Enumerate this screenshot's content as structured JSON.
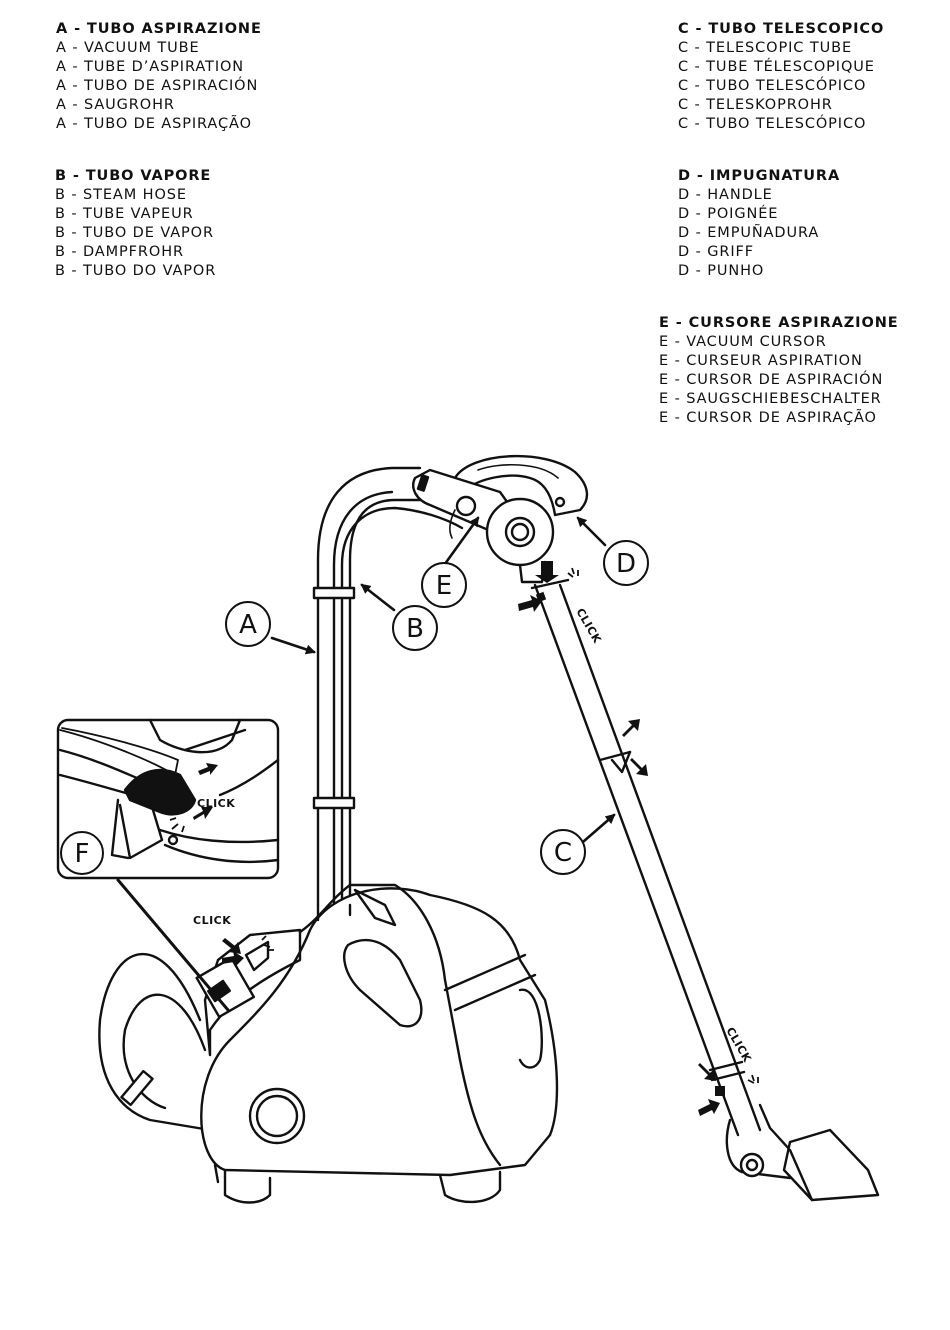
{
  "legends": {
    "a": {
      "heading": "A - TUBO ASPIRAZIONE",
      "lines": [
        "A - VACUUM TUBE",
        "A - TUBE D’ASPIRATION",
        "A - TUBO DE ASPIRACIÓN",
        "A - SAUGROHR",
        "A - TUBO DE ASPIRAÇÃO"
      ]
    },
    "b": {
      "heading": "B - TUBO VAPORE",
      "lines": [
        "B - STEAM HOSE",
        "B - TUBE VAPEUR",
        "B - TUBO DE VAPOR",
        "B - DAMPFROHR",
        "B - TUBO DO VAPOR"
      ]
    },
    "c": {
      "heading": "C - TUBO TELESCOPICO",
      "lines": [
        "C - TELESCOPIC TUBE",
        "C - TUBE TÉLESCOPIQUE",
        "C - TUBO TELESCÓPICO",
        "C - TELESKOPROHR",
        "C - TUBO TELESCÓPICO"
      ]
    },
    "d": {
      "heading": "D - IMPUGNATURA",
      "lines": [
        "D - HANDLE",
        "D - POIGNÉE",
        "D - EMPUÑADURA",
        "D - GRIFF",
        "D - PUNHO"
      ]
    },
    "e": {
      "heading": "E - CURSORE ASPIRAZIONE",
      "lines": [
        "E - VACUUM CURSOR",
        "E - CURSEUR ASPIRATION",
        "E - CURSOR DE ASPIRACIÓN",
        "E - SAUGSCHIEBESCHALTER",
        "E - CURSOR DE ASPIRAÇÃO"
      ]
    }
  },
  "callouts": {
    "a": "A",
    "b": "B",
    "c": "C",
    "d": "D",
    "e": "E",
    "f": "F"
  },
  "click_label": "CLICK"
}
